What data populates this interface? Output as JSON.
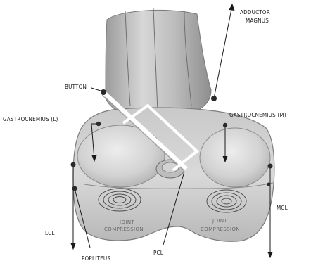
{
  "labels": {
    "adductor_line1": "ADDUCTOR",
    "adductor_line2": "MAGNUS",
    "button": "BUTTON",
    "gastro_l": "GASTROCNEMIUS (L)",
    "gastro_m": "GASTROCNEMIUS (M)",
    "joint_compression_line1": "JOINT",
    "joint_compression_line2": "COMPRESSION",
    "lcl": "LCL",
    "mcl": "MCL",
    "pcl": "PCL",
    "popliteus": "POPLITEUS"
  },
  "icons": {
    "compression_spiral": "concentric-ellipses",
    "anchor_point": "dot"
  }
}
